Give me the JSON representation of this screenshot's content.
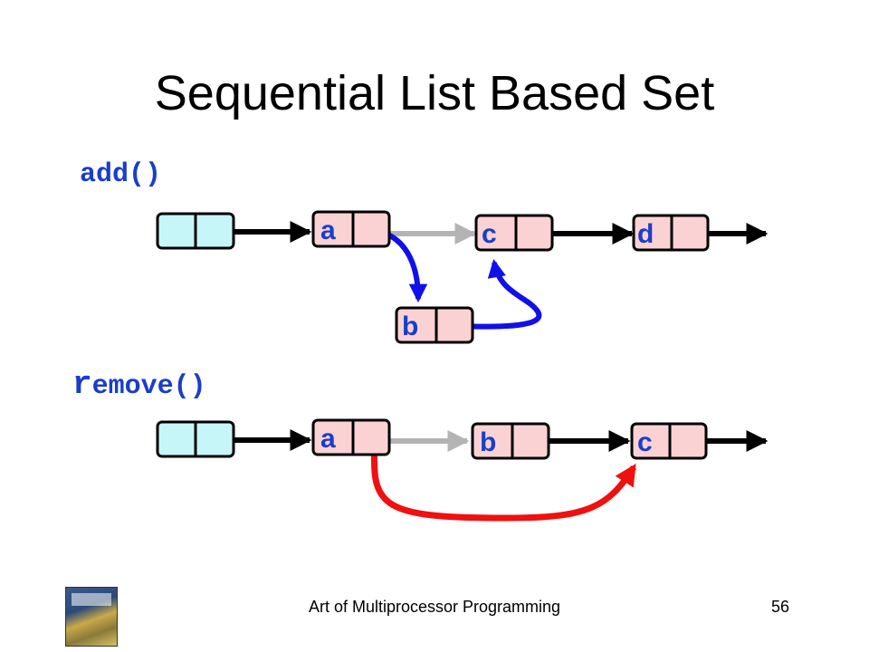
{
  "slide": {
    "title": "Sequential List Based Set",
    "footer_text": "Art of Multiprocessor Programming",
    "page_number": "56"
  },
  "add_section": {
    "label": "add()",
    "nodes": [
      {
        "letter": "",
        "fill": "#c6f6f8"
      },
      {
        "letter": "a",
        "fill": "#fbd2d4"
      },
      {
        "letter": "c",
        "fill": "#fbd2d4"
      },
      {
        "letter": "d",
        "fill": "#fbd2d4"
      },
      {
        "letter": "b",
        "fill": "#fbd2d4"
      }
    ],
    "new_link_color": "#1010e8",
    "old_link_color": "#b4b4b4"
  },
  "remove_section": {
    "label_first": "r",
    "label_rest": "emove()",
    "nodes": [
      {
        "letter": "",
        "fill": "#c6f6f8"
      },
      {
        "letter": "a",
        "fill": "#fbd2d4"
      },
      {
        "letter": "b",
        "fill": "#fbd2d4"
      },
      {
        "letter": "c",
        "fill": "#fbd2d4"
      }
    ],
    "new_link_color": "#f01010",
    "old_link_color": "#b4b4b4"
  }
}
